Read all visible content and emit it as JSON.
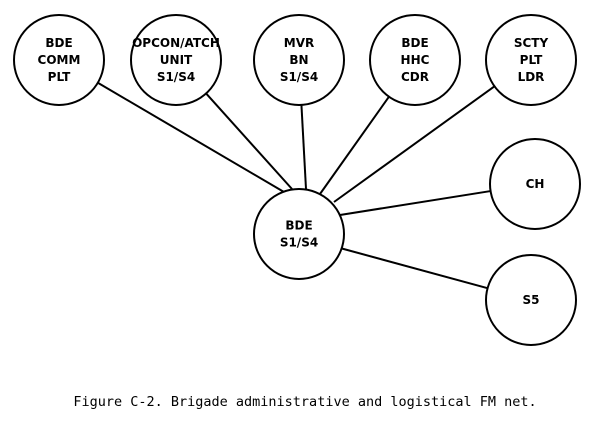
{
  "diagram": {
    "hub": {
      "lines": [
        "BDE",
        "S1/S4"
      ]
    },
    "nodes": [
      {
        "id": "bde-comm-plt",
        "lines": [
          "BDE",
          "COMM",
          "PLT"
        ]
      },
      {
        "id": "opcon-atch-unit",
        "lines": [
          "OPCON/ATCH",
          "UNIT",
          "S1/S4"
        ]
      },
      {
        "id": "mvr-bn",
        "lines": [
          "MVR",
          "BN",
          "S1/S4"
        ]
      },
      {
        "id": "bde-hhc-cdr",
        "lines": [
          "BDE",
          "HHC",
          "CDR"
        ]
      },
      {
        "id": "scty-plt-ldr",
        "lines": [
          "SCTY",
          "PLT",
          "LDR"
        ]
      },
      {
        "id": "ch",
        "lines": [
          "CH"
        ]
      },
      {
        "id": "s5",
        "lines": [
          "S5"
        ]
      }
    ]
  },
  "caption": "Figure C-2. Brigade administrative and logistical FM net."
}
